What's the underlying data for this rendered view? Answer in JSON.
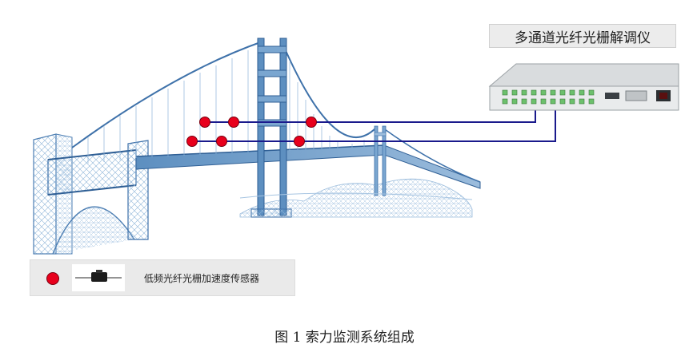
{
  "device": {
    "label": "多通道光纤光栅解调仪"
  },
  "legend": {
    "text": "低频光纤光栅加速度传感器"
  },
  "caption": "图 1  索力监测系统组成",
  "colors": {
    "sensor": "#e8001c",
    "fiber": "#1a1a8c",
    "bridge": "#6a9cc8"
  },
  "icons": [
    "suspension-bridge-icon",
    "demodulator-device-icon",
    "sensor-dot-icon",
    "accelerometer-sensor-icon"
  ]
}
